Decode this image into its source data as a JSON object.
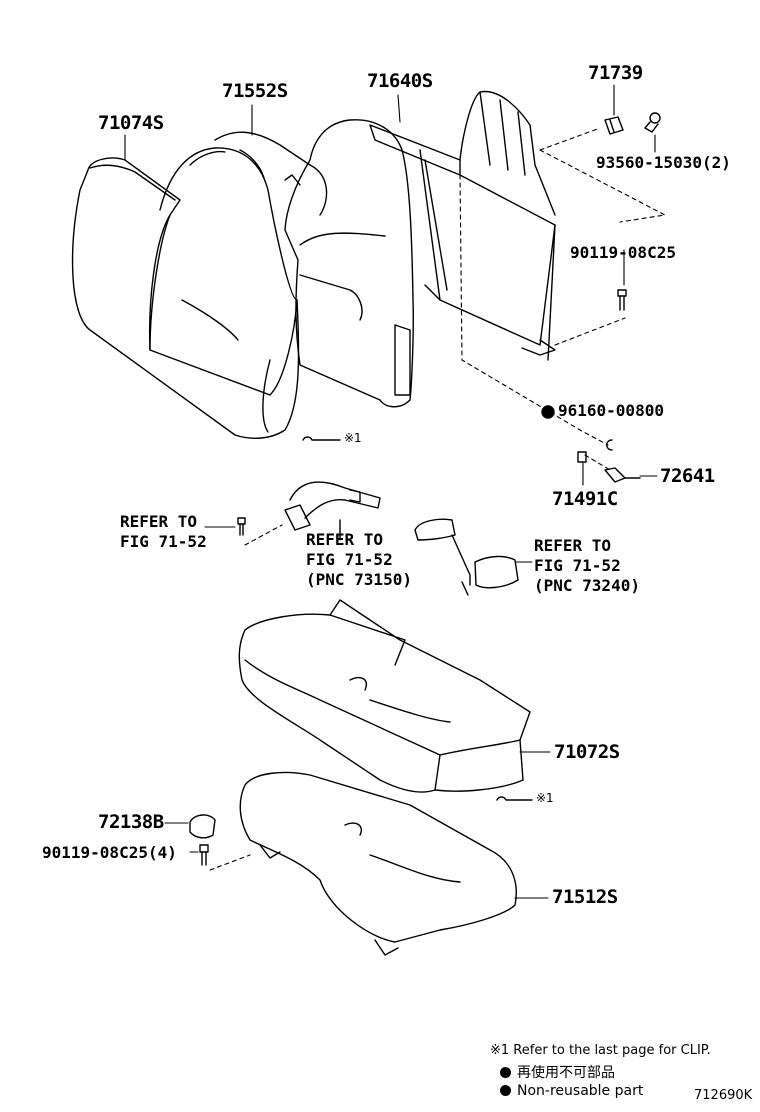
{
  "parts": {
    "p71074S": "71074S",
    "p71552S": "71552S",
    "p71640S": "71640S",
    "p71739": "71739",
    "p93560": "93560-15030(2)",
    "p90119_top": "90119-08C25",
    "p96160": "96160-00800",
    "p72641": "72641",
    "p71491C": "71491C",
    "p71072S": "71072S",
    "p72138B": "72138B",
    "p90119_bottom": "90119-08C25(4)",
    "p71512S": "71512S"
  },
  "clip_marks": {
    "upper": "※1",
    "lower": "※1"
  },
  "references": {
    "left": {
      "line1": "REFER TO",
      "line2": "FIG 71-52"
    },
    "middle": {
      "line1": "REFER TO",
      "line2": "FIG 71-52",
      "line3": "(PNC 73150)"
    },
    "right": {
      "line1": "REFER TO",
      "line2": "FIG 71-52",
      "line3": "(PNC 73240)"
    }
  },
  "legend": {
    "clip_note": "※1 Refer to the last page for CLIP.",
    "non_reusable_jp": "再使用不可部品",
    "non_reusable_en": "Non-reusable part"
  },
  "diagram_code": "712690K"
}
